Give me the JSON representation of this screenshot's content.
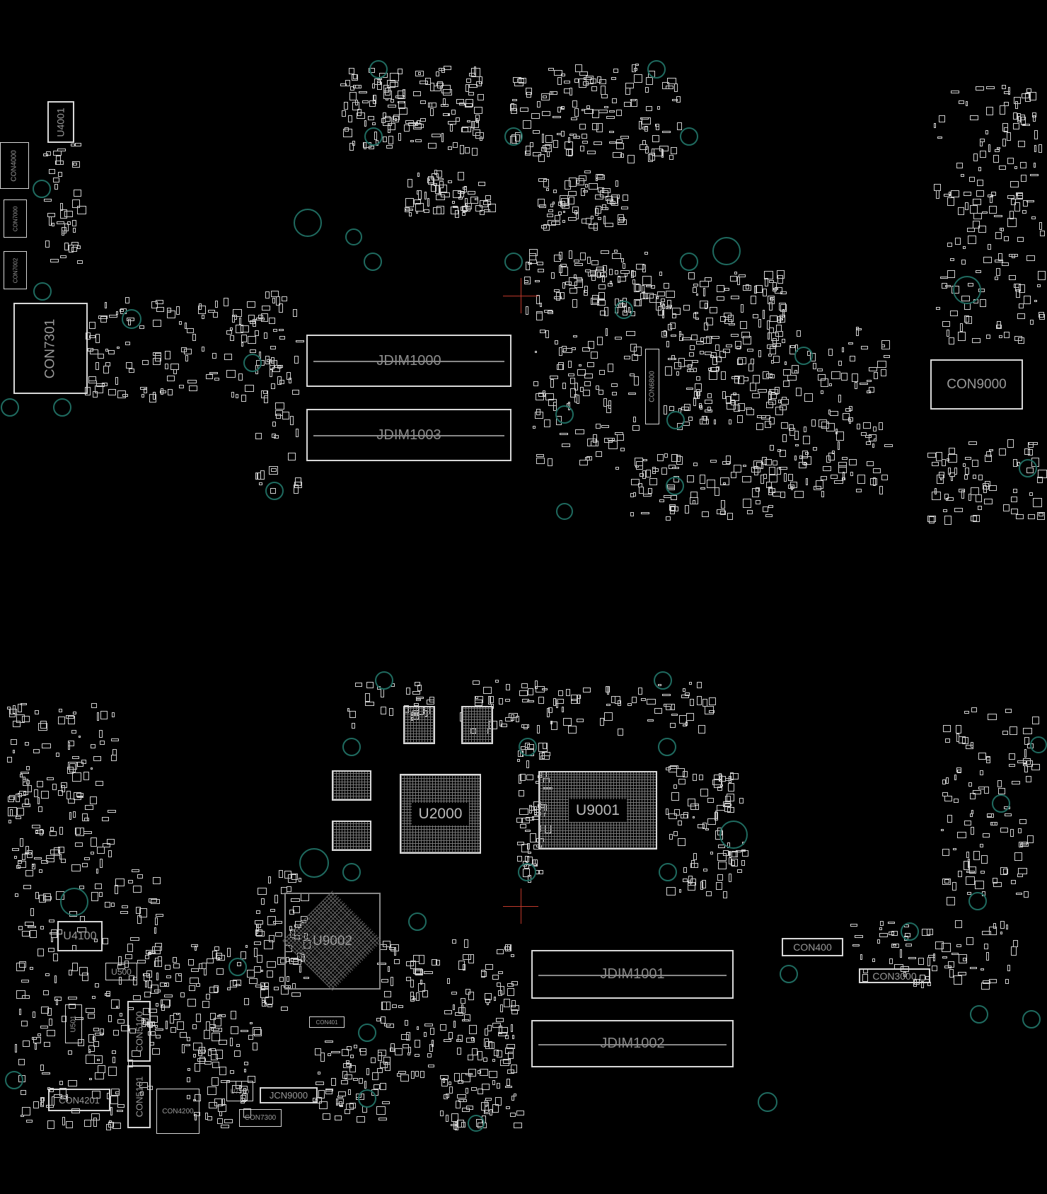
{
  "board": {
    "top_side": {
      "components": [
        {
          "label": "U4001"
        },
        {
          "label": "CON4000"
        },
        {
          "label": "CON7000"
        },
        {
          "label": "CON7002"
        },
        {
          "label": "CON7301"
        },
        {
          "label": "JDIM1000"
        },
        {
          "label": "JDIM1003"
        },
        {
          "label": "CON6800"
        },
        {
          "label": "CON9000"
        }
      ]
    },
    "bottom_side": {
      "components": [
        {
          "label": "U2000"
        },
        {
          "label": "U9001"
        },
        {
          "label": "U9002"
        },
        {
          "label": "U4100"
        },
        {
          "label": "U500"
        },
        {
          "label": "U501"
        },
        {
          "label": "CON5100"
        },
        {
          "label": "CON5101"
        },
        {
          "label": "CON4201"
        },
        {
          "label": "CON4200"
        },
        {
          "label": "U7300"
        },
        {
          "label": "JCN9000"
        },
        {
          "label": "CON7300"
        },
        {
          "label": "CON401"
        },
        {
          "label": "JDIM1001"
        },
        {
          "label": "JDIM1002"
        },
        {
          "label": "CON400"
        },
        {
          "label": "CON3000"
        }
      ]
    },
    "colors": {
      "background": "#000000",
      "outline": "#d8d8d8",
      "hole": "#1f6b60",
      "cursor": "#c0392b"
    }
  }
}
